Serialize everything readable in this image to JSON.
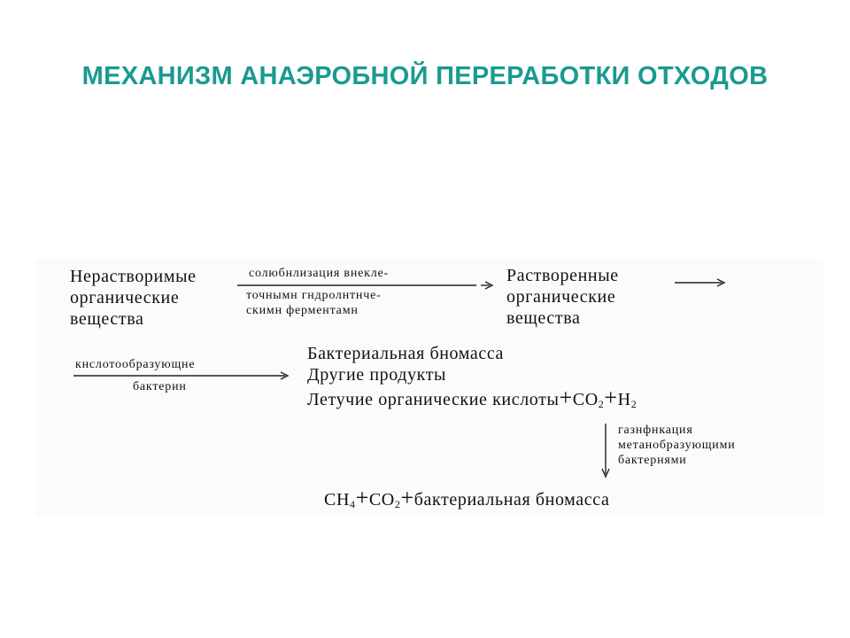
{
  "title": {
    "text": "МЕХАНИЗМ АНАЭРОБНОЙ ПЕРЕРАБОТКИ ОТХОДОВ",
    "color": "#1a9a90"
  },
  "diagram": {
    "node_insoluble": [
      "Нерастворимые",
      "органические",
      "вещества"
    ],
    "arrow1_label_top": "солюбнлизация внеклe-",
    "arrow1_label_bottom": [
      "точнымн гндролнтнчe-",
      "скимн ферментамн"
    ],
    "node_dissolved": [
      "Растворенные",
      "органические",
      "вещества"
    ],
    "arrow2_label_top": "кнслотообразующне",
    "arrow2_label_bottom": "бактерин",
    "products": [
      "Бактериальная бномасса",
      "Другие продукты"
    ],
    "acids_line": "Летучие органические кислоты",
    "acids_plus1": "+",
    "co2_label": "CO",
    "co2_sub": "2",
    "acids_plus2": "+",
    "h2_label": "H",
    "h2_sub": "2",
    "arrow3_label": [
      "газнфнкация",
      "метанобразующими",
      "бактернями"
    ],
    "final_ch": "CH",
    "final_ch_sub": "4",
    "final_plus1": "+",
    "final_co": "CO",
    "final_co_sub": "2",
    "final_plus2": "+",
    "final_rest": "бактериальная бномасса"
  }
}
